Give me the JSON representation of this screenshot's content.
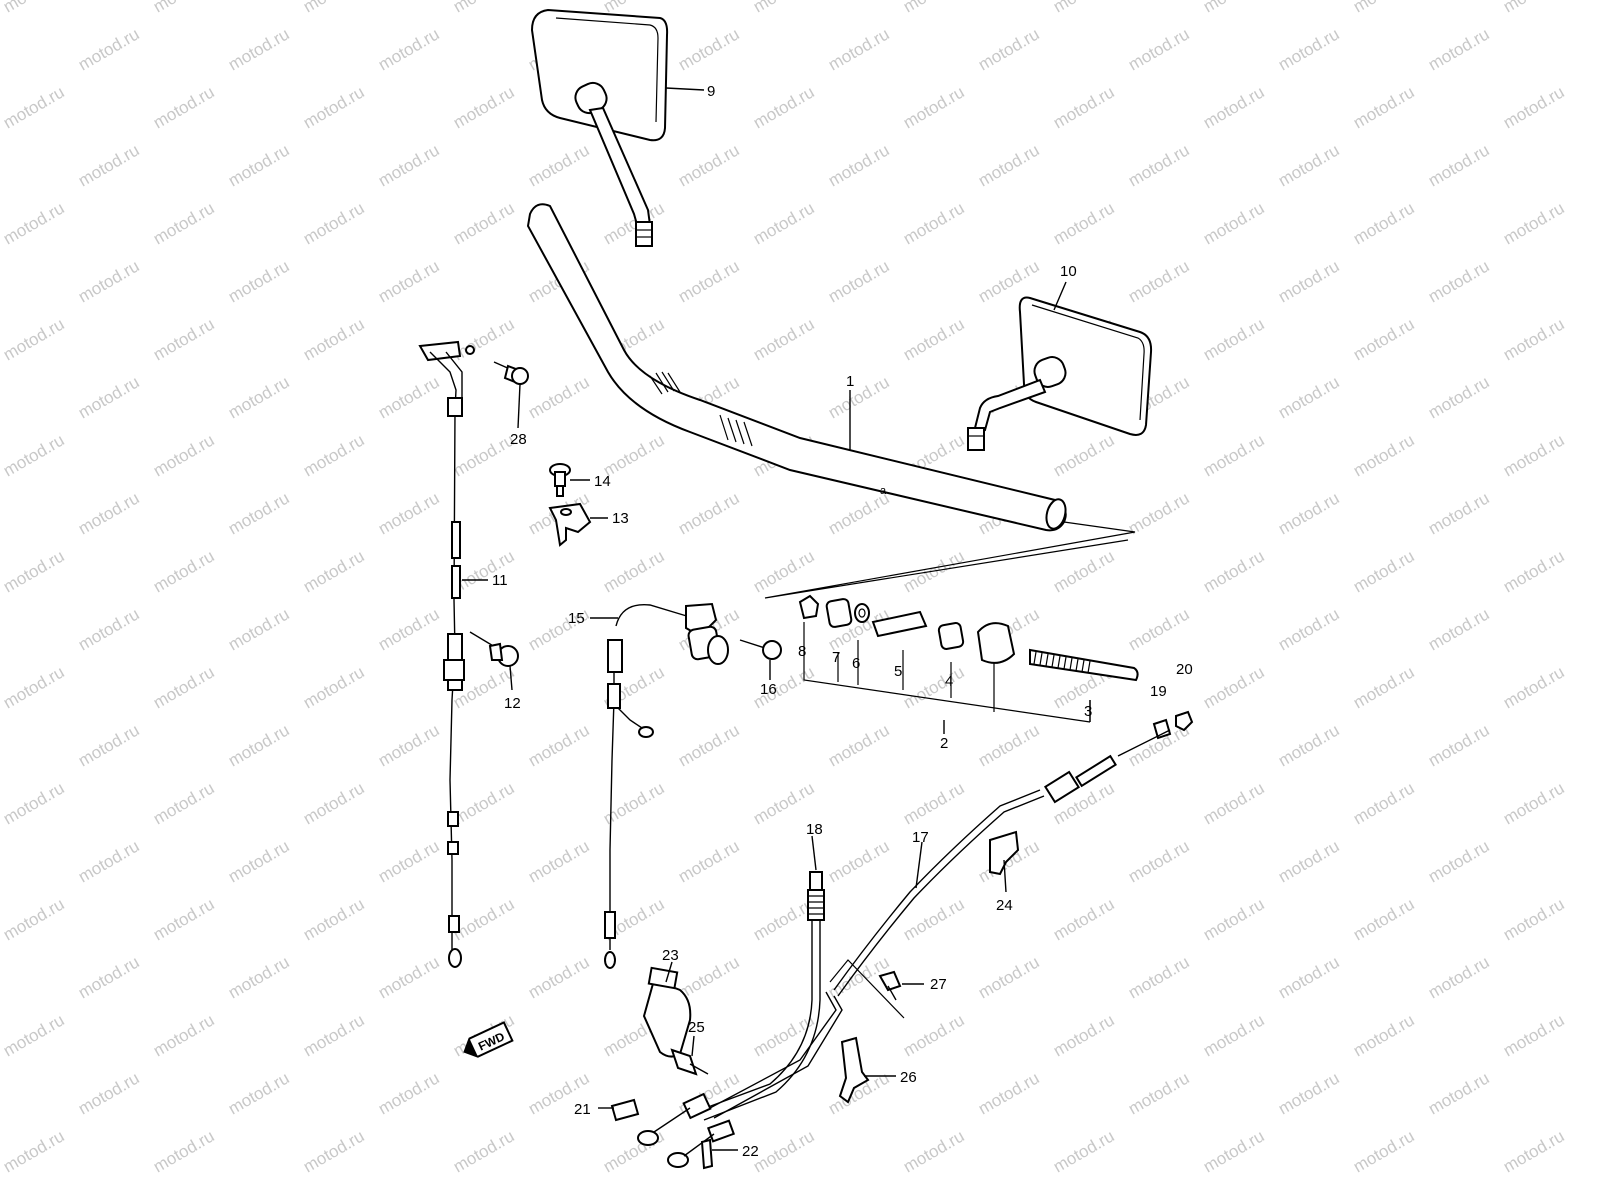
{
  "watermark": "motod.ru",
  "fwd_label": "FWD",
  "callouts": [
    {
      "id": "9",
      "text": "9"
    },
    {
      "id": "10",
      "text": "10"
    },
    {
      "id": "1",
      "text": "1"
    },
    {
      "id": "28",
      "text": "28"
    },
    {
      "id": "14",
      "text": "14"
    },
    {
      "id": "13",
      "text": "13"
    },
    {
      "id": "11",
      "text": "11"
    },
    {
      "id": "15",
      "text": "15"
    },
    {
      "id": "12",
      "text": "12"
    },
    {
      "id": "16",
      "text": "16"
    },
    {
      "id": "8",
      "text": "8"
    },
    {
      "id": "7",
      "text": "7"
    },
    {
      "id": "6",
      "text": "6"
    },
    {
      "id": "5",
      "text": "5"
    },
    {
      "id": "4",
      "text": "4"
    },
    {
      "id": "2",
      "text": "2"
    },
    {
      "id": "3",
      "text": "3"
    },
    {
      "id": "19",
      "text": "19"
    },
    {
      "id": "20",
      "text": "20"
    },
    {
      "id": "18",
      "text": "18"
    },
    {
      "id": "17",
      "text": "17"
    },
    {
      "id": "24",
      "text": "24"
    },
    {
      "id": "23",
      "text": "23"
    },
    {
      "id": "27",
      "text": "27"
    },
    {
      "id": "25",
      "text": "25"
    },
    {
      "id": "26",
      "text": "26"
    },
    {
      "id": "21",
      "text": "21"
    },
    {
      "id": "22",
      "text": "22"
    }
  ]
}
